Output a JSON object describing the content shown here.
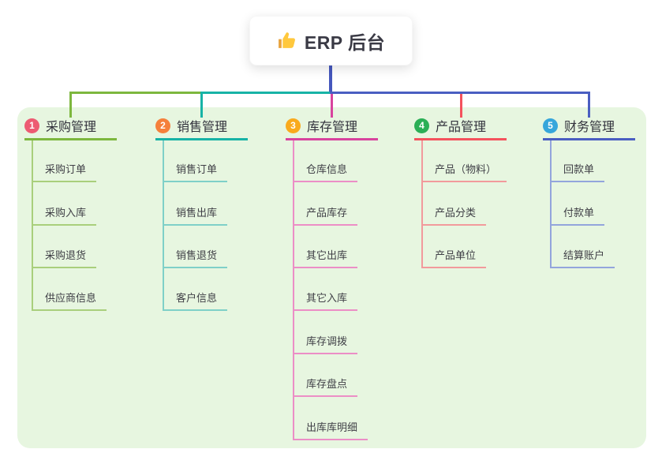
{
  "root": {
    "label": "ERP 后台",
    "icon": "thumbs-up"
  },
  "branches": [
    {
      "index": "1",
      "label": "采购管理",
      "badge_color": "#ED5B72",
      "line_color": "#7DB73E",
      "child_line_color": "#A9CF7C",
      "children": [
        "采购订单",
        "采购入库",
        "采购退货",
        "供应商信息"
      ]
    },
    {
      "index": "2",
      "label": "销售管理",
      "badge_color": "#F5803B",
      "line_color": "#17B3A6",
      "child_line_color": "#7FD0C8",
      "children": [
        "销售订单",
        "销售出库",
        "销售退货",
        "客户信息"
      ]
    },
    {
      "index": "3",
      "label": "库存管理",
      "badge_color": "#F9AA1D",
      "line_color": "#D8449E",
      "child_line_color": "#EC8EC6",
      "children": [
        "仓库信息",
        "产品库存",
        "其它出库",
        "其它入库",
        "库存调拨",
        "库存盘点",
        "出库库明细"
      ]
    },
    {
      "index": "4",
      "label": "产品管理",
      "badge_color": "#2BAF56",
      "line_color": "#F4525D",
      "child_line_color": "#F29A9C",
      "children": [
        "产品（物料）",
        "产品分类",
        "产品单位"
      ]
    },
    {
      "index": "5",
      "label": "财务管理",
      "badge_color": "#36A6DB",
      "line_color": "#4A5EC1",
      "child_line_color": "#93A5DC",
      "children": [
        "回款单",
        "付款单",
        "结算账户"
      ]
    }
  ],
  "colors": {
    "canvas_background": "#FFFFFF",
    "panel_background": "#E7F6E0",
    "root_connector": "#4557BD"
  }
}
